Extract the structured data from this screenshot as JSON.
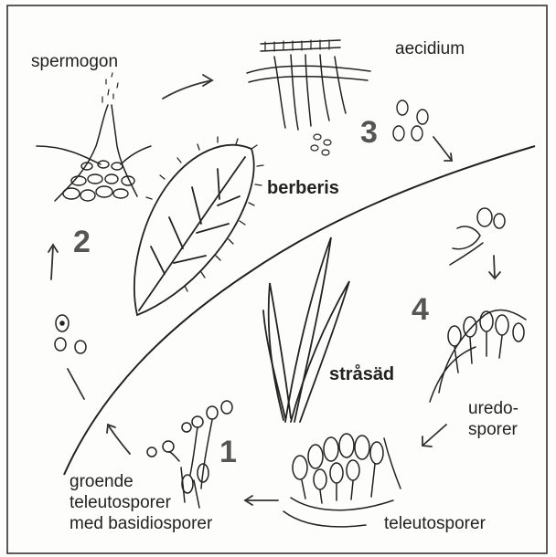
{
  "labels": {
    "spermogon": "spermogon",
    "aecidium": "aecidium",
    "berberis": "berberis",
    "stråsäd": "stråsäd",
    "uredo_1": "uredo-",
    "uredo_2": "sporer",
    "teleutosporer": "teleutosporer",
    "groende_1": "groende",
    "groende_2": "teleutosporer",
    "groende_3": "med basidiosporer"
  },
  "stage_numbers": [
    "1",
    "2",
    "3",
    "4"
  ],
  "colors": {
    "ink": "#222222",
    "number": "#555555",
    "frame": "#333333",
    "paper": "#fdfdfb"
  }
}
